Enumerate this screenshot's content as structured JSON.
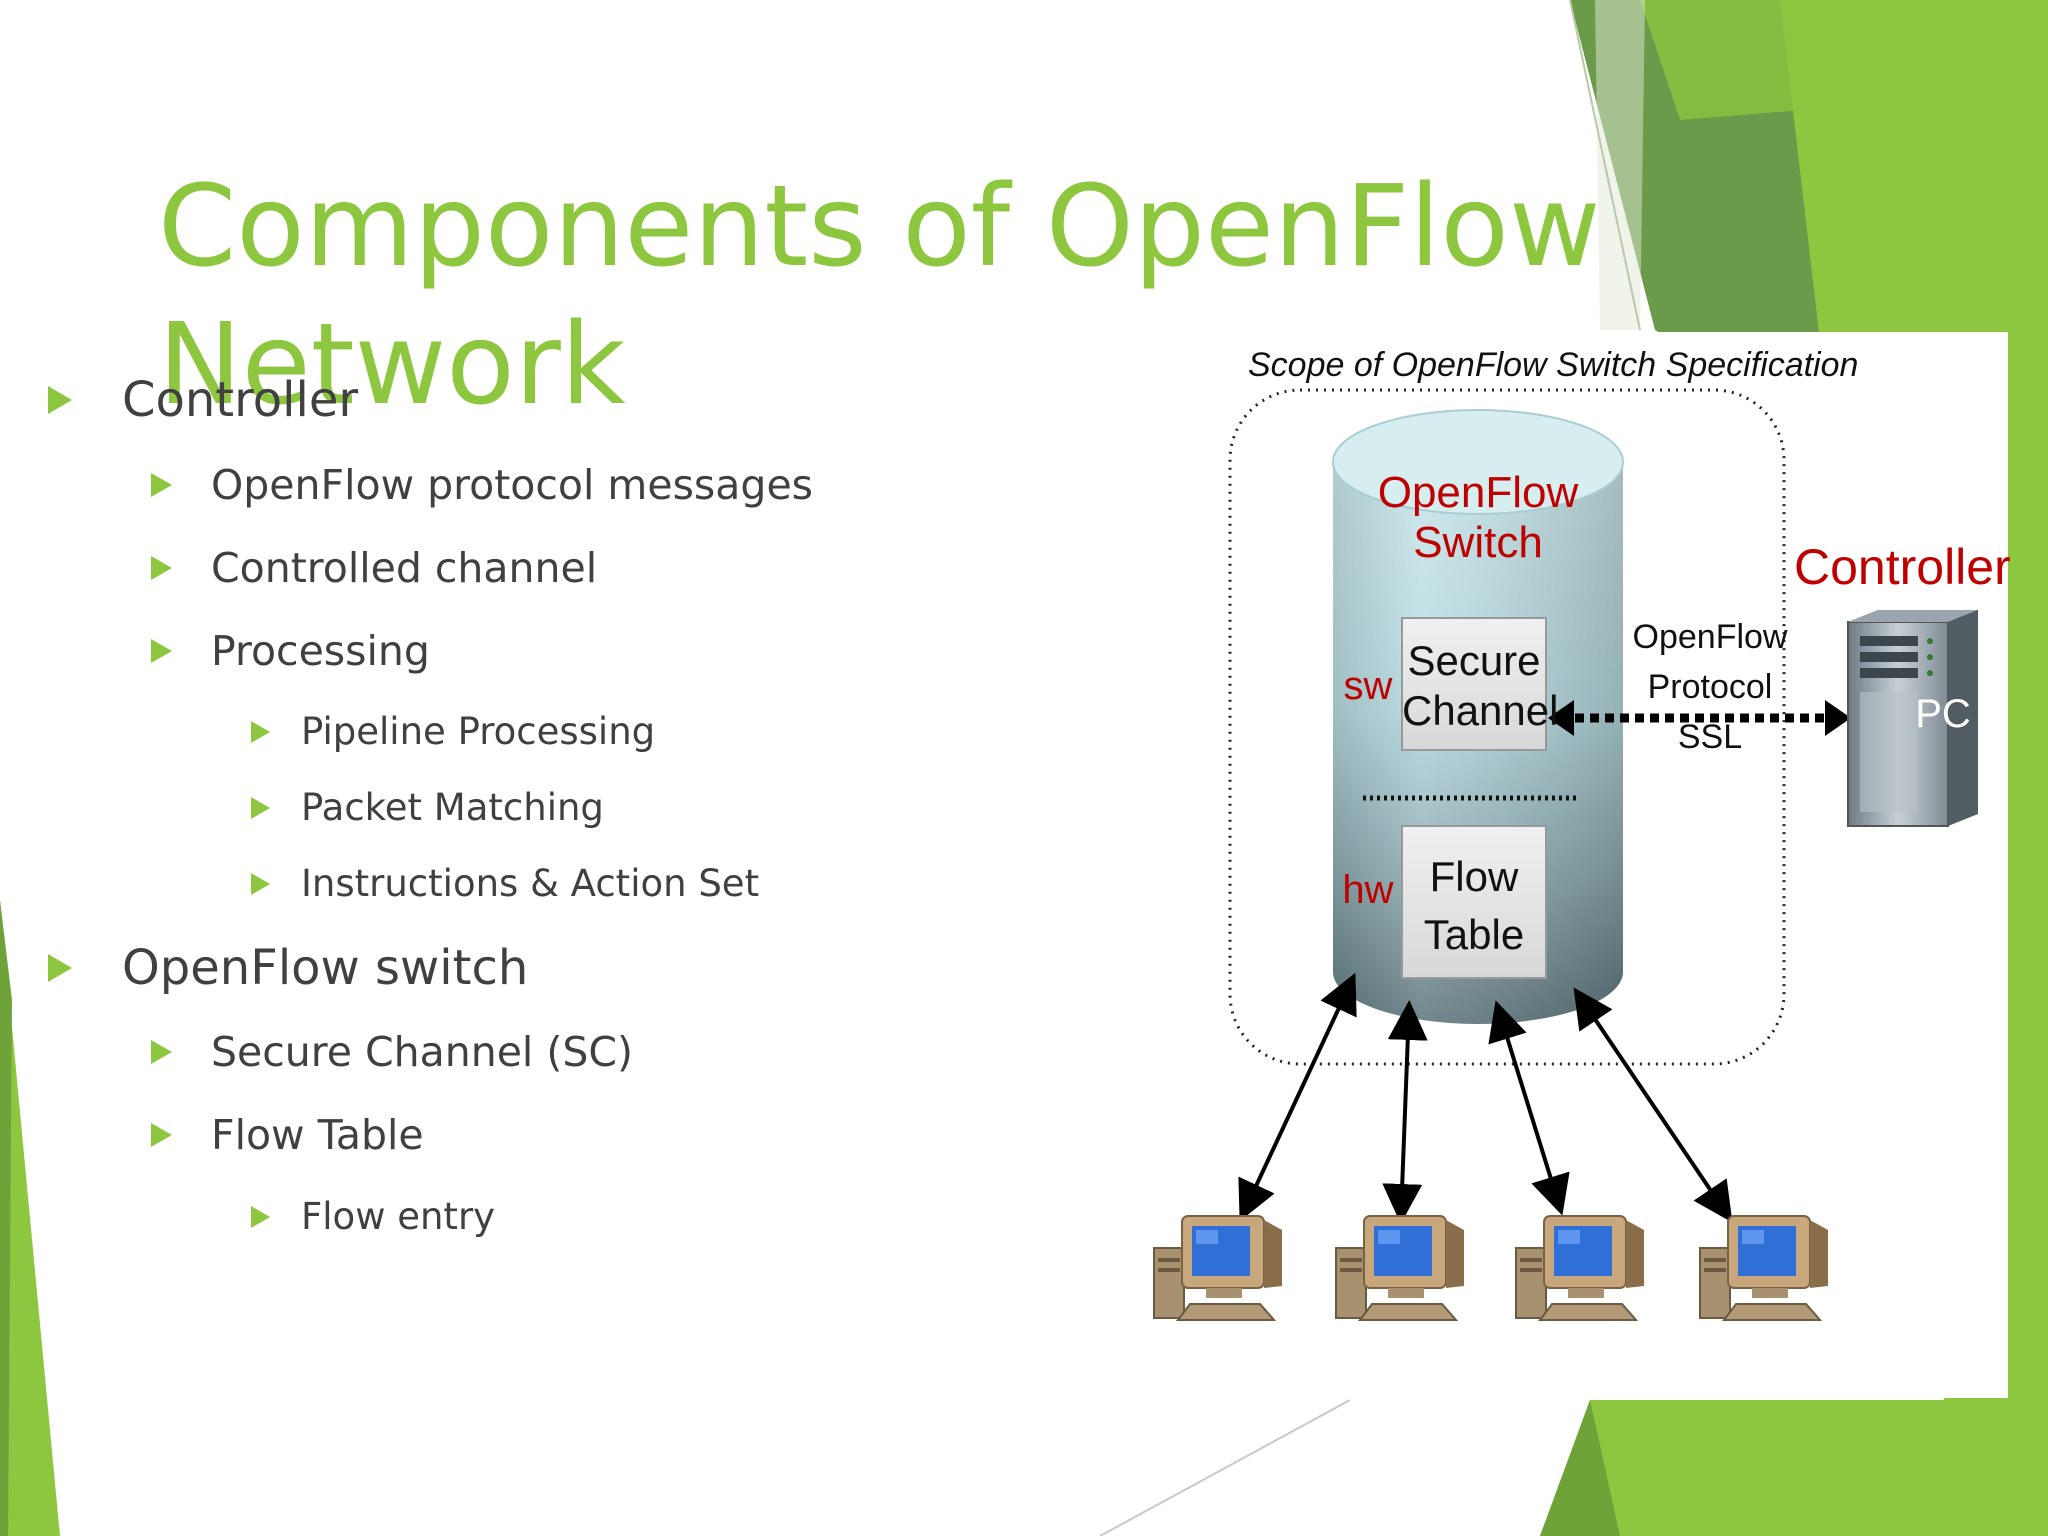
{
  "slide": {
    "title_lines": [
      "Components of OpenFlow",
      "Network"
    ],
    "accent_color": "#8dc63f",
    "bullets": [
      {
        "level": 1,
        "text": "Controller"
      },
      {
        "level": 2,
        "text": "OpenFlow protocol messages"
      },
      {
        "level": 2,
        "text": "Controlled channel"
      },
      {
        "level": 2,
        "text": "Processing"
      },
      {
        "level": 3,
        "text": "Pipeline Processing"
      },
      {
        "level": 3,
        "text": "Packet Matching"
      },
      {
        "level": 3,
        "text": "Instructions & Action Set"
      },
      {
        "level": 1,
        "text": "OpenFlow switch"
      },
      {
        "level": 2,
        "text": "Secure Channel (SC)"
      },
      {
        "level": 2,
        "text": "Flow Table"
      },
      {
        "level": 3,
        "text": "Flow entry"
      }
    ]
  },
  "diagram": {
    "scope_label": "Scope of OpenFlow Switch Specification",
    "switch_label_line1": "OpenFlow",
    "switch_label_line2": "Switch",
    "sw_label": "sw",
    "hw_label": "hw",
    "secure_channel_line1": "Secure",
    "secure_channel_line2": "Channel",
    "flow_table_line1": "Flow",
    "flow_table_line2": "Table",
    "protocol_line1": "OpenFlow",
    "protocol_line2": "Protocol",
    "protocol_line3": "SSL",
    "controller_label": "Controller",
    "pc_label": "PC",
    "label_color": "#c00000",
    "host_count": 4
  }
}
